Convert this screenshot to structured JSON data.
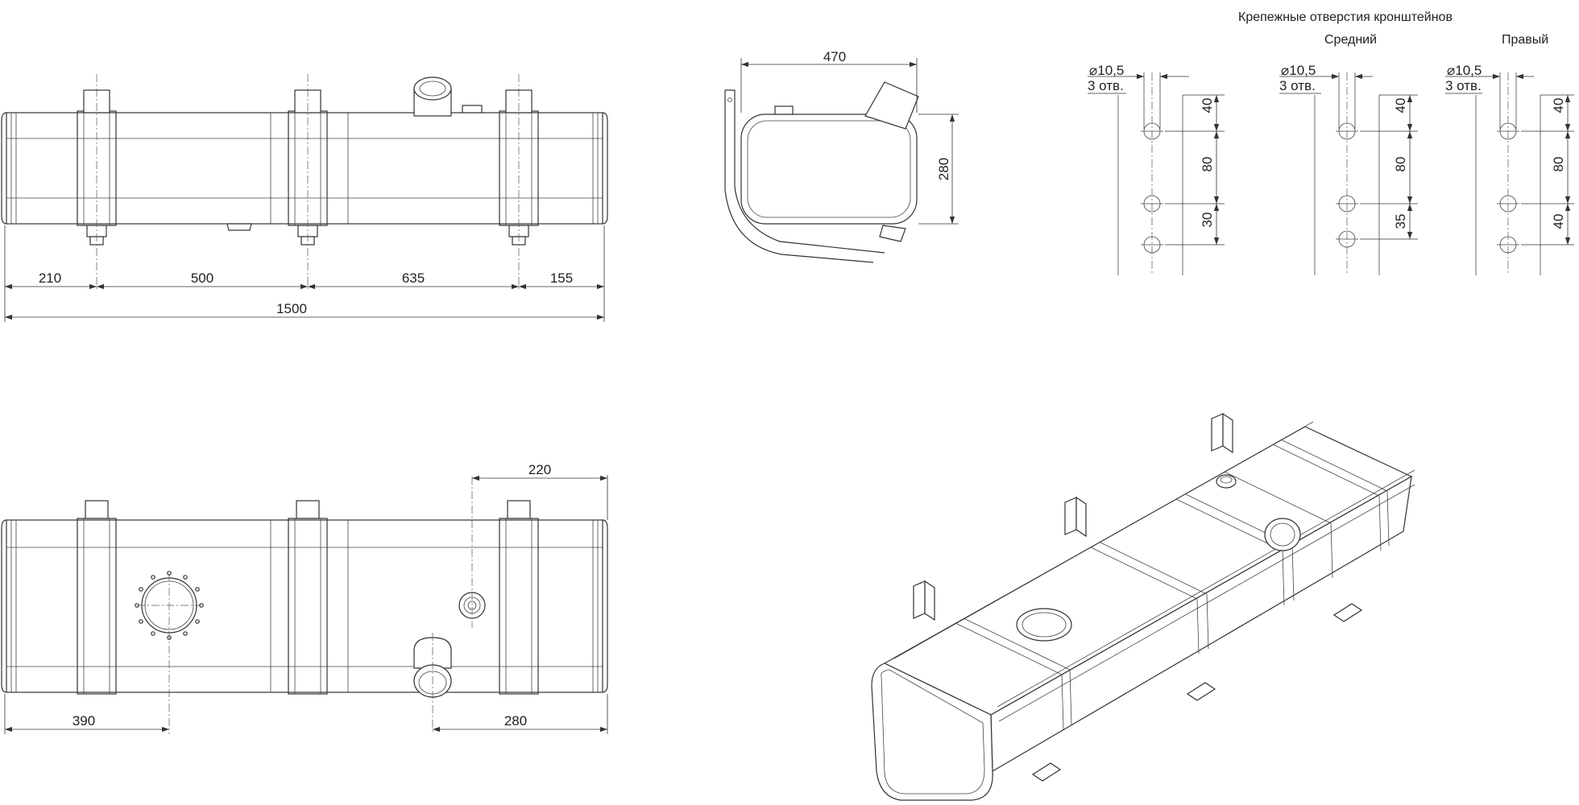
{
  "header": {
    "title": "Крепежные отверстия кронштейнов",
    "middle_label": "Средний",
    "right_label": "Правый"
  },
  "front_view": {
    "dims": [
      "210",
      "500",
      "635",
      "155"
    ],
    "overall": "1500"
  },
  "side_view": {
    "width": "470",
    "height": "280"
  },
  "bottom_view": {
    "top_dim": "220",
    "left_dim": "390",
    "right_dim": "280"
  },
  "hole_details": {
    "left": {
      "diameter": "10,5",
      "count": "3 отв.",
      "spacings": [
        "40",
        "80",
        "30"
      ]
    },
    "middle": {
      "diameter": "10,5",
      "count": "3 отв.",
      "spacings": [
        "40",
        "80",
        "35"
      ]
    },
    "right": {
      "diameter": "10,5",
      "count": "3 отв.",
      "spacings": [
        "40",
        "80",
        "40"
      ]
    }
  },
  "symbols": {
    "diameter": "⌀"
  },
  "icons": {
    "tank": "fuel-tank-isometric"
  }
}
